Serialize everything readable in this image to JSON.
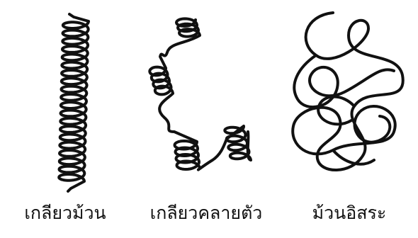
{
  "panels": [
    {
      "label": "เกลียวม้วน",
      "icon": "tight-coil"
    },
    {
      "label": "เกลียวคลายตัว",
      "icon": "partly-uncoiled-coil"
    },
    {
      "label": "ม้วนอิสระ",
      "icon": "random-coil"
    }
  ],
  "colors": {
    "ink": "#111111",
    "background": "#ffffff"
  }
}
